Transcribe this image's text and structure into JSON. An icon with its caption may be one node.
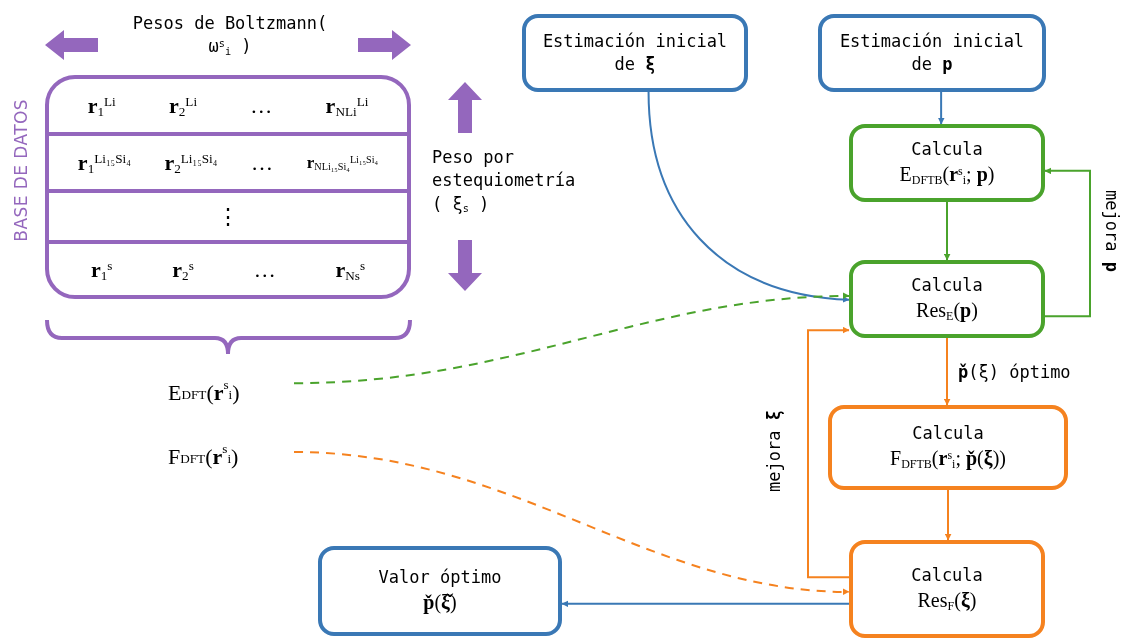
{
  "diagram": {
    "nodes": [
      {
        "text": [
          "BASE DE DATOS"
        ]
      },
      {
        "text": [
          "**r**$_{1}$$^{Li}$",
          "**r**$_{2}$$^{Li}$",
          "…",
          "**r**$_{NLi}$$^{Li}$"
        ],
        "in": 0
      },
      {
        "text": [
          "**r**$_{1}$$^{Li₁₅Si₄}$",
          "**r**$_{2}$$^{Li₁₅Si₄}$",
          "…",
          "**r**$_{NLi₁₅Si₄}$$^{Li₁₅Si₄}$"
        ],
        "in": 0
      },
      {
        "text": [
          "⋮"
        ],
        "in": 0
      },
      {
        "text": [
          "**r**$_{1}$$^{s}$",
          "**r**$_{2}$$^{s}$",
          "…",
          "**r**$_{Ns}$$^{s}$"
        ],
        "in": 0
      },
      {
        "text": [
          "Estimación inicial de **ξ**"
        ]
      },
      {
        "text": [
          "Estimación inicial de **p**"
        ]
      },
      {
        "text": [
          "Calcula",
          "E$_{DFTB}$(**r**$^{s}$$_{i}$; **p**)"
        ]
      },
      {
        "text": [
          "Calcula",
          "Res$_{E}$(**p**)"
        ]
      },
      {
        "text": [
          "Calcula",
          "F$_{DFTB}$(**r**$^{s}$$_{i}$; **p̌**(**ξ**))"
        ]
      },
      {
        "text": [
          "Calcula",
          "Res$_{F}$(**ξ**)"
        ]
      },
      {
        "text": [
          "Valor óptimo",
          "**p̌**(**ξ̌**)"
        ]
      },
      {
        "text": [
          "E$_{DFT}$(**r**$^{s}$$_{i}$)"
        ]
      },
      {
        "text": [
          "F$_{DFT}$(**r**$^{s}$$_{i}$)"
        ]
      }
    ],
    "edges": [
      {
        "from": 5,
        "to": 8,
        "arrow": "to",
        "color": "#3a78b5"
      },
      {
        "from": 6,
        "to": 7,
        "arrow": "to",
        "color": "#3a78b5"
      },
      {
        "from": 7,
        "to": 8,
        "arrow": "to",
        "color": "#4aa32c"
      },
      {
        "from": 8,
        "to": 7,
        "arrow": "to",
        "label": "mejora **p**",
        "color": "#4aa32c"
      },
      {
        "from": 8,
        "to": 9,
        "arrow": "to",
        "label": "**p̌**(ξ) óptimo",
        "color": "#f5821f"
      },
      {
        "from": 9,
        "to": 10,
        "arrow": "to",
        "color": "#f5821f"
      },
      {
        "from": 10,
        "to": 8,
        "arrow": "to",
        "label": "mejora **ξ**",
        "color": "#f5821f"
      },
      {
        "from": 12,
        "to": 8,
        "arrow": "to",
        "style": "dashed",
        "color": "#4aa32c"
      },
      {
        "from": 13,
        "to": 10,
        "arrow": "to",
        "style": "dashed",
        "color": "#f5821f"
      },
      {
        "from": 10,
        "to": 11,
        "arrow": "to",
        "color": "#3a78b5"
      }
    ],
    "labels": [
      "Pesos de Boltzmann( ω$^{s}$$_{i}$ )",
      "Peso por estequiometría ( ξ$_{s}$ )"
    ]
  }
}
